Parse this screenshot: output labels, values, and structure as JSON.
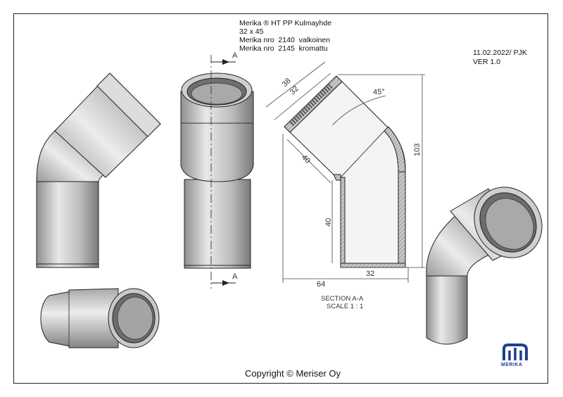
{
  "title_block": {
    "line1": "Merika ® HT PP Kulmayhde",
    "line2": "32 x 45",
    "line3": "Merika nro  2140  valkoinen",
    "line4": "Merika nro  2145  kromattu",
    "date": "11.02.2022/ PJK",
    "version": "VER 1.0"
  },
  "dimensions": {
    "d_outer": "38",
    "d_inner_top": "32",
    "d_inner_bottom": "32",
    "angle": "45°",
    "height": "103",
    "socket_len": "40",
    "leg_len": "40",
    "width": "64"
  },
  "section_labels": {
    "cut_a_top": "A",
    "cut_a_bottom": "A",
    "section": "SECTION A-A",
    "scale": "SCALE 1 : 1"
  },
  "footer": {
    "copyright": "Copyright © Meriser Oy",
    "logo": "MERIKA"
  },
  "colors": {
    "pipe_fill": "#d4d4d4",
    "pipe_dark": "#8e8e8e",
    "section_hatch": "#9a9a9a",
    "line": "#222222",
    "logo": "#1f3f8f"
  }
}
